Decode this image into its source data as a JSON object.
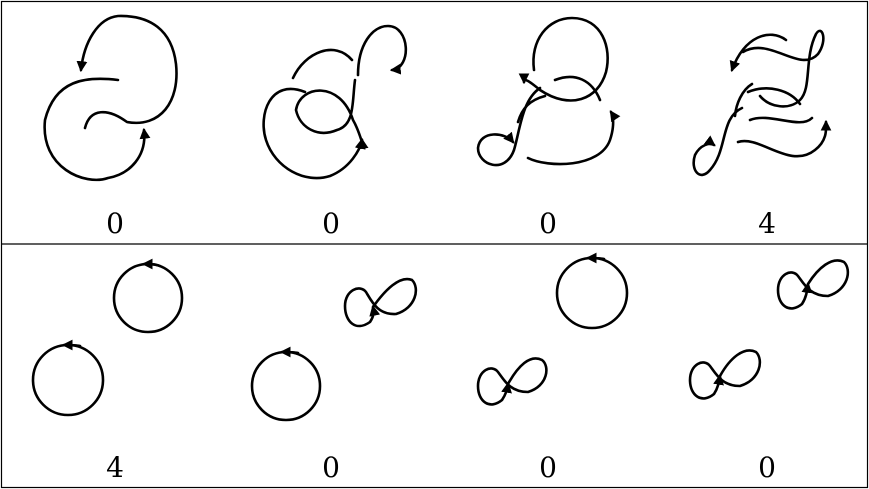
{
  "colors": {
    "ink": "#000000",
    "background": "#ffffff"
  },
  "rows": [
    {
      "cells": [
        {
          "label": "0",
          "icon": "two-loop-link-icon"
        },
        {
          "label": "0",
          "icon": "two-loop-link-with-kink-icon"
        },
        {
          "label": "0",
          "icon": "two-loop-link-with-kink-icon"
        },
        {
          "label": "4",
          "icon": "twisted-two-component-link-icon"
        }
      ]
    },
    {
      "cells": [
        {
          "label": "4",
          "icon": "split-unknots-icon"
        },
        {
          "label": "0",
          "icon": "unknot-and-figure-eight-icon"
        },
        {
          "label": "0",
          "icon": "unknot-and-figure-eight-icon"
        },
        {
          "label": "0",
          "icon": "two-figure-eights-icon"
        }
      ]
    }
  ]
}
